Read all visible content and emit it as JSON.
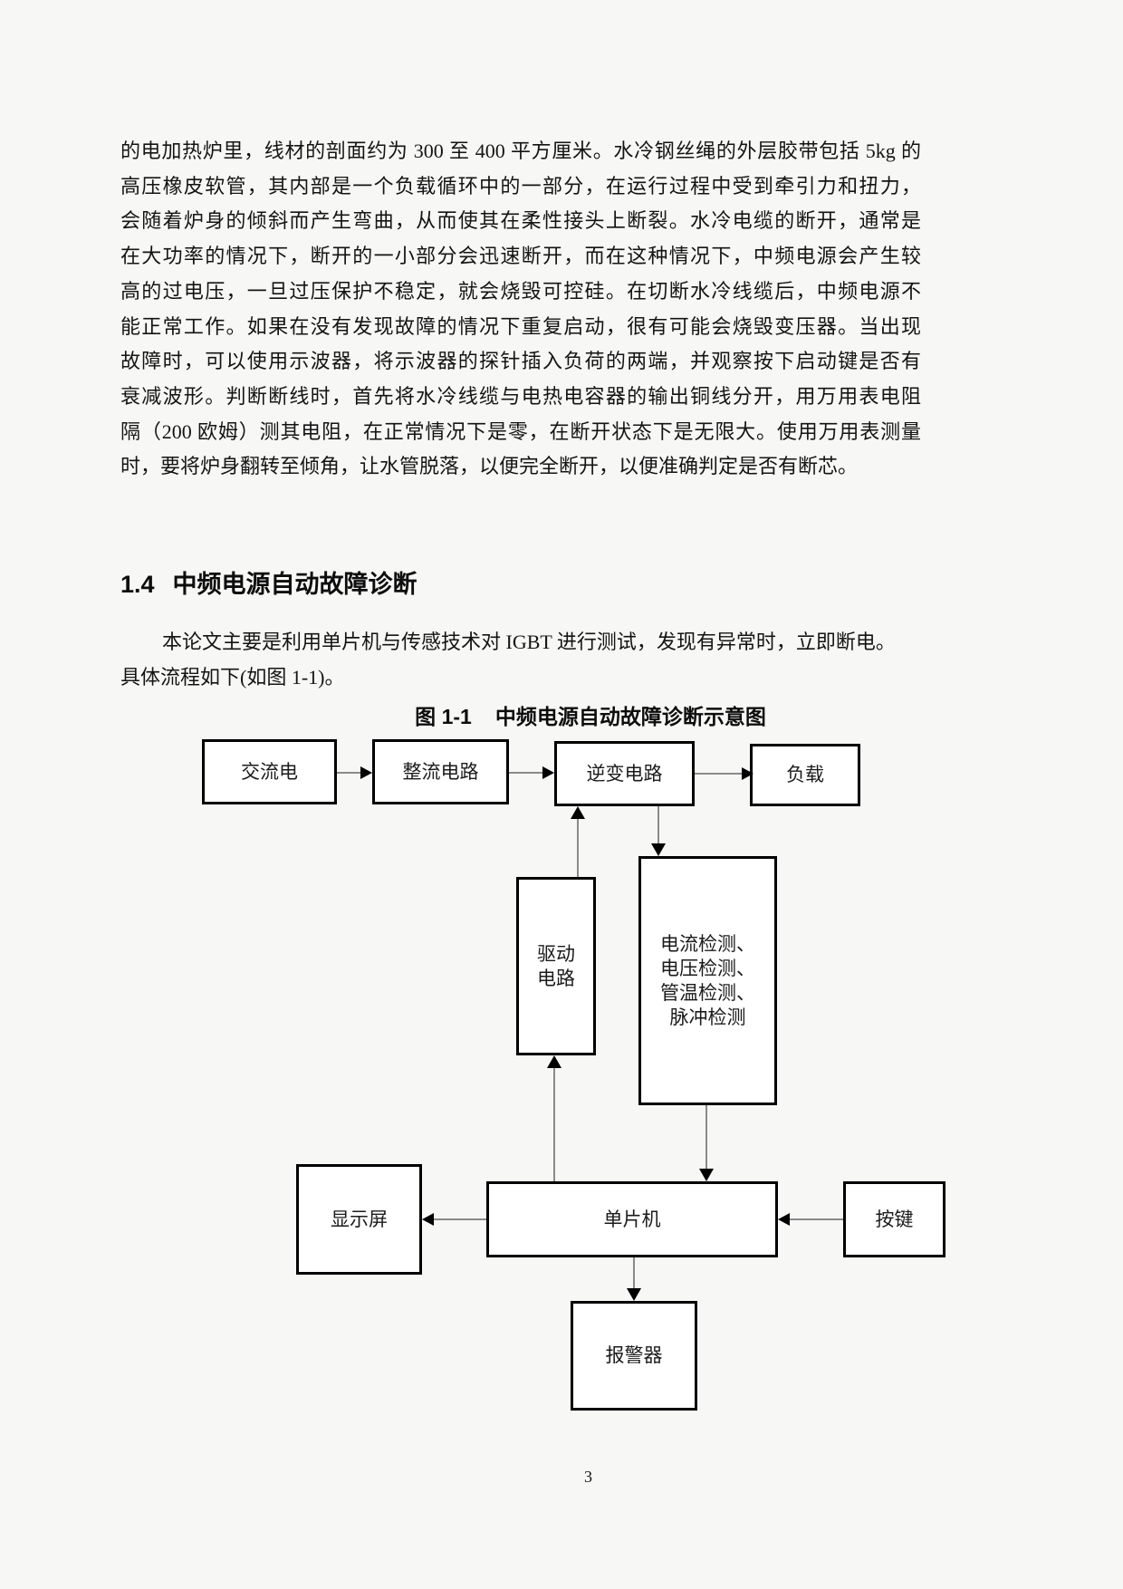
{
  "page": {
    "number": "3",
    "background": "#f7f7f6"
  },
  "paragraph1": {
    "lines": [
      "的电加热炉里，线材的剖面约为 300 至 400 平方厘米。水冷钢丝绳的外层胶带包括 5kg 的",
      "高压橡皮软管，其内部是一个负载循环中的一部分，在运行过程中受到牵引力和扭力，",
      "会随着炉身的倾斜而产生弯曲，从而使其在柔性接头上断裂。水冷电缆的断开，通常是",
      "在大功率的情况下，断开的一小部分会迅速断开，而在这种情况下，中频电源会产生较",
      "高的过电压，一旦过压保护不稳定，就会烧毁可控硅。在切断水冷线缆后，中频电源不",
      "能正常工作。如果在没有发现故障的情况下重复启动，很有可能会烧毁变压器。当出现",
      "故障时，可以使用示波器，将示波器的探针插入负荷的两端，并观察按下启动键是否有",
      "衰减波形。判断断线时，首先将水冷线缆与电热电容器的输出铜线分开，用万用表电阻",
      "隔（200 欧姆）测其电阻，在正常情况下是零，在断开状态下是无限大。使用万用表测量",
      "时，要将炉身翻转至倾角，让水管脱落，以便完全断开，以便准确判定是否有断芯。"
    ]
  },
  "heading": {
    "number": "1.4",
    "title": "中频电源自动故障诊断"
  },
  "paragraph2": {
    "lines": [
      "本论文主要是利用单片机与传感技术对 IGBT 进行测试，发现有异常时，立即断电。",
      "具体流程如下(如图 1-1)。"
    ]
  },
  "figure": {
    "caption_label": "图 1-1",
    "caption_title": "中频电源自动故障诊断示意图",
    "nodes": {
      "ac": "交流电",
      "rectifier": "整流电路",
      "inverter": "逆变电路",
      "load": "负载",
      "driver": "驱动\n电路",
      "detector": "电流检测、\n电压检测、\n管温检测、\n脉冲检测",
      "mcu": "单片机",
      "display": "显示屏",
      "keypad": "按键",
      "alarm": "报警器"
    },
    "edges": [
      {
        "from": "交流电",
        "to": "整流电路"
      },
      {
        "from": "整流电路",
        "to": "逆变电路"
      },
      {
        "from": "逆变电路",
        "to": "负载"
      },
      {
        "from": "驱动电路",
        "to": "逆变电路"
      },
      {
        "from": "逆变电路",
        "to": "电流/电压/管温/脉冲检测"
      },
      {
        "from": "电流/电压/管温/脉冲检测",
        "to": "单片机"
      },
      {
        "from": "单片机",
        "to": "驱动电路"
      },
      {
        "from": "单片机",
        "to": "显示屏"
      },
      {
        "from": "按键",
        "to": "单片机"
      },
      {
        "from": "单片机",
        "to": "报警器"
      }
    ]
  }
}
